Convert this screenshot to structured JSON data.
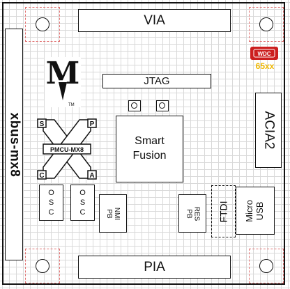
{
  "board": {
    "sidebar_name": "xbus-mx8",
    "connectors": {
      "top": "VIA",
      "bottom": "PIA",
      "jtag": "JTAG",
      "acia": "ACIA2"
    },
    "chip": {
      "line1": "Smart",
      "line2": "Fusion"
    },
    "oscillators": [
      {
        "line1": "O",
        "line2": "S",
        "line3": "C"
      },
      {
        "line1": "O",
        "line2": "S",
        "line3": "C"
      }
    ],
    "buttons": {
      "nmi": {
        "line1": "NMI",
        "line2": "PB"
      },
      "res": {
        "line1": "RES",
        "line2": "PB"
      }
    },
    "ftdi": "FTDI",
    "usb": {
      "line1": "Micro",
      "line2": "USB"
    },
    "logos": {
      "m_letter": "M",
      "m_tm": "TM",
      "spca_s": "S",
      "spca_p": "P",
      "spca_c": "C",
      "spca_a": "A",
      "spca_text": "PMCU-MX8",
      "wdc_badge": "WDC",
      "wdc_sub": "65xx",
      "wdc_color": "#cc1f1f",
      "wdc_sub_color": "#f0b800"
    }
  }
}
